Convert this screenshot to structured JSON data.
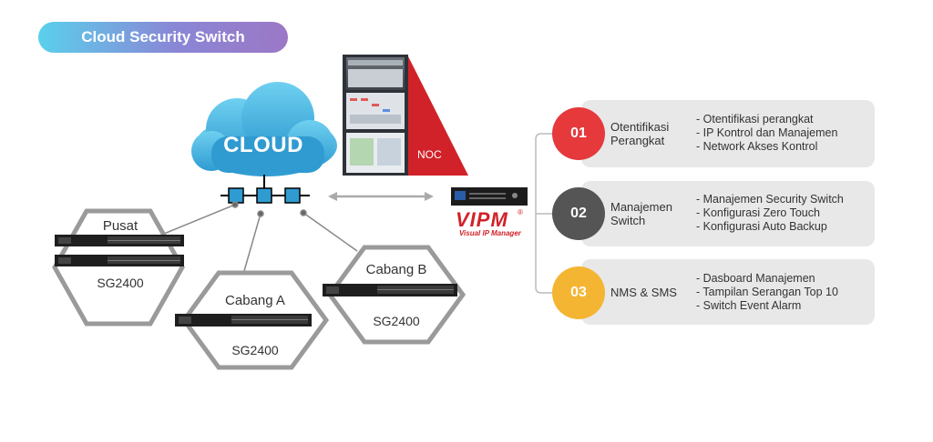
{
  "title": "Cloud Security Switch",
  "cloud_label": "CLOUD",
  "noc_label": "NOC",
  "vipm": {
    "brand": "VIPM",
    "reg": "®",
    "subtitle": "Visual IP Manager"
  },
  "sites": [
    {
      "name": "Pusat",
      "model": "SG2400"
    },
    {
      "name": "Cabang A",
      "model": "SG2400"
    },
    {
      "name": "Cabang B",
      "model": "SG2400"
    }
  ],
  "features": [
    {
      "number": "01",
      "color": "#e5393c",
      "title": [
        "Otentifikasi",
        "Perangkat"
      ],
      "items": [
        "- Otentifikasi perangkat",
        "- IP Kontrol dan Manajemen",
        "- Network Akses Kontrol"
      ]
    },
    {
      "number": "02",
      "color": "#555555",
      "title": [
        "Manajemen",
        "Switch"
      ],
      "items": [
        "- Manajemen Security Switch",
        "- Konfigurasi  Zero Touch",
        "- Konfigurasi Auto Backup"
      ]
    },
    {
      "number": "03",
      "color": "#f4b532",
      "title": [
        "NMS & SMS"
      ],
      "items": [
        "- Dasboard Manajemen",
        "- Tampilan Serangan Top 10",
        "- Switch Event Alarm"
      ]
    }
  ],
  "colors": {
    "cloud_light": "#5fc6ea",
    "cloud_dark": "#33a3d6",
    "noc_red": "#d12229",
    "hex_stroke": "#9a9a9a",
    "card_bg": "#e8e8e8"
  }
}
